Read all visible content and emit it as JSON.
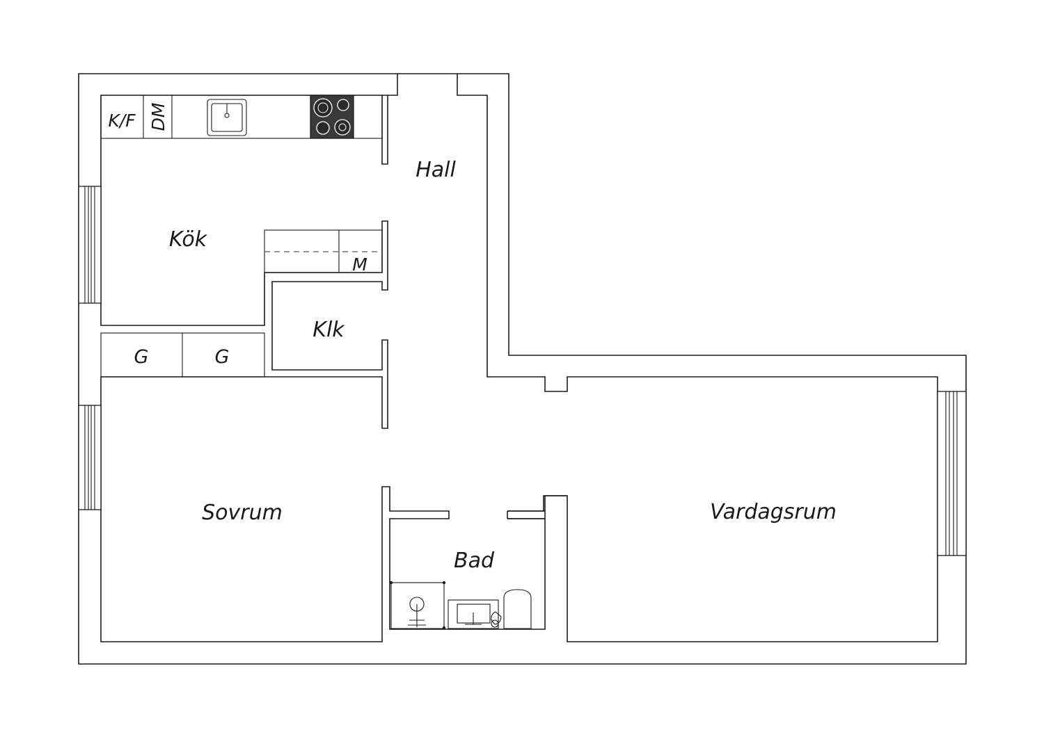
{
  "rooms": {
    "kitchen": "Kök",
    "hall": "Hall",
    "closet": "Klk",
    "bedroom": "Sovrum",
    "bathroom": "Bad",
    "living_room": "Vardagsrum"
  },
  "fixtures": {
    "fridge_freezer": "K/F",
    "dishwasher": "DM",
    "microwave": "M",
    "wardrobe_1": "G",
    "wardrobe_2": "G"
  },
  "colors": {
    "line": "#1a1a1a",
    "stove_fill": "#3a3a3a",
    "background": "#ffffff"
  },
  "icons": [
    "sink-icon",
    "stove-icon",
    "shower-icon",
    "washbasin-icon",
    "toilet-icon",
    "window-icon"
  ]
}
